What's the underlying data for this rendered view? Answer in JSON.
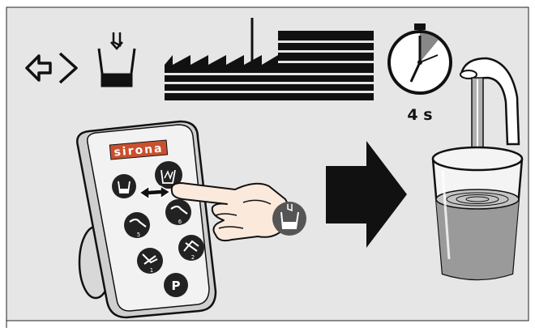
{
  "figure": {
    "brand_label": "sirona",
    "timer_label": "4 s",
    "keypad_buttons": [
      {
        "icon": "cup-fill-icon",
        "digit": ""
      },
      {
        "icon": "cup-rinse-icon",
        "digit": ""
      },
      {
        "icon": "chair-position-icon",
        "digit": "5"
      },
      {
        "icon": "chair-position-icon",
        "digit": "6"
      },
      {
        "icon": "chair-tilt-icon",
        "digit": "1"
      },
      {
        "icon": "chair-recline-icon",
        "digit": "2"
      },
      {
        "icon": "program-button",
        "digit": "P"
      }
    ],
    "colors": {
      "background": "#e6e6e6",
      "outline": "#1a1a1a",
      "brand_box": "#c9502e",
      "water": "#9a9a9a",
      "arrow": "#1a1a1a"
    }
  }
}
